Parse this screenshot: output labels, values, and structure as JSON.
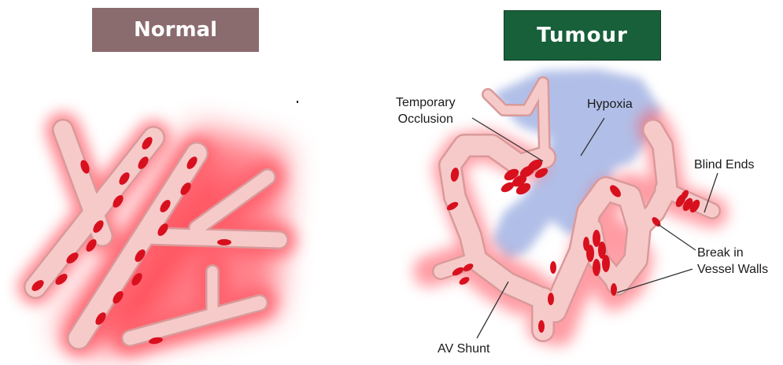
{
  "panels": {
    "normal": {
      "title": "Normal",
      "title_color": "#8a6b6e"
    },
    "tumour": {
      "title": "Tumour",
      "title_color": "#17603a"
    }
  },
  "labels": {
    "temporary_occlusion": [
      "Temporary",
      "Occlusion"
    ],
    "hypoxia": "Hypoxia",
    "blind_ends": "Blind Ends",
    "break_in_vessel_walls": [
      "Break in",
      "Vessel Walls"
    ],
    "av_shunt": "AV Shunt"
  },
  "colors": {
    "vessel_fill": "#f6c6c6",
    "vessel_edge": "#d99a9a",
    "blood_cell": "#d8101e",
    "glow": "#ff4d5a",
    "hypoxia_region": "#a9b8e6"
  }
}
